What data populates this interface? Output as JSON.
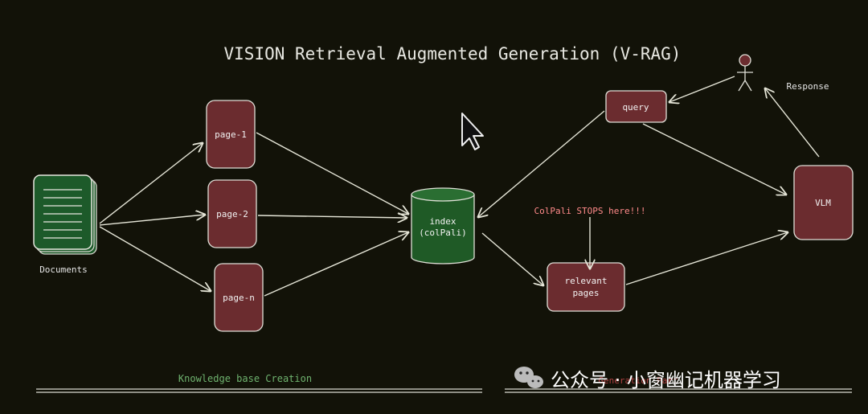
{
  "title": "VISION Retrieval Augmented Generation (V-RAG)",
  "colors": {
    "background": "#121208",
    "page_node_fill": "#6b2c2f",
    "index_fill": "#1f5a26",
    "doc_fill": "#1d5a2a",
    "edge": "#e6e6d8",
    "highlight_red": "#ff8a8a",
    "section_green": "#6fb36f"
  },
  "nodes": {
    "documents": "Documents",
    "page1": "page-1",
    "page2": "page-2",
    "pagen": "page-n",
    "index_line1": "index",
    "index_line2": "(colPali)",
    "query": "query",
    "relevant_line1": "relevant",
    "relevant_line2": "pages",
    "vlm": "VLM",
    "response": "Response"
  },
  "annotations": {
    "colpali_stops": "ColPali STOPS here!!!"
  },
  "sections": {
    "knowledge": "Knowledge base Creation",
    "generation": "Generation Part"
  },
  "watermark": {
    "text": "公众号 · 小窗幽记机器学习",
    "icon": "wechat-icon"
  },
  "icons": {
    "cursor": "mouse-pointer-icon",
    "user": "stick-figure-icon",
    "documents": "document-stack-icon",
    "database": "database-cylinder-icon"
  }
}
